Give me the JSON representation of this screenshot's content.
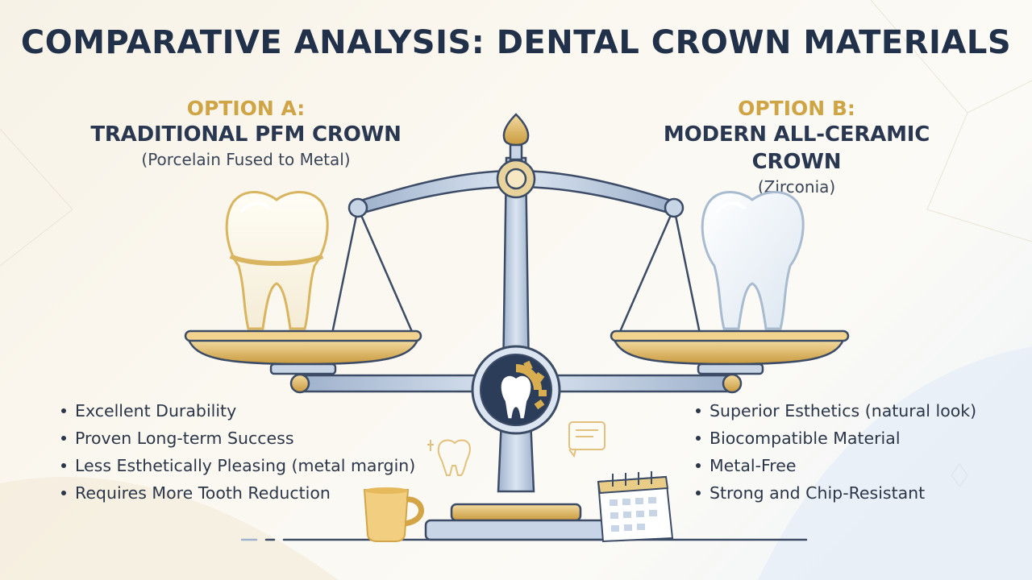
{
  "title": "COMPARATIVE ANALYSIS: DENTAL CROWN MATERIALS",
  "option_a": {
    "label": "OPTION A:",
    "name": "TRADITIONAL PFM CROWN",
    "subtitle": "(Porcelain Fused to Metal)",
    "points": [
      "Excellent Durability",
      "Proven Long-term Success",
      "Less Esthetically Pleasing (metal margin)",
      "Requires More Tooth Reduction"
    ]
  },
  "option_b": {
    "label": "OPTION B:",
    "name": "MODERN ALL-CERAMIC CROWN",
    "subtitle": "(Zirconia)",
    "points": [
      "Superior Esthetics (natural look)",
      "Biocompatible Material",
      "Metal-Free",
      "Strong and Chip-Resistant"
    ]
  },
  "colors": {
    "title": "#22314a",
    "accent_gold": "#cfa444",
    "scale_steel": "#aebfd6",
    "outline": "#3c4c66"
  },
  "icons": [
    "balance-scale-icon",
    "tooth-gear-emblem-icon",
    "pfm-tooth-icon",
    "zirconia-tooth-icon",
    "coffee-mug-icon",
    "calendar-icon",
    "dental-chart-icon",
    "clipboard-icon"
  ]
}
